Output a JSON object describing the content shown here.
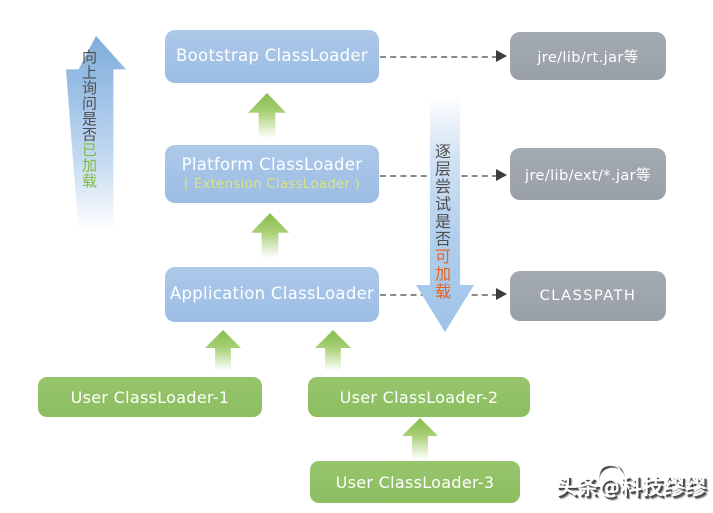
{
  "diagram": {
    "loaders": [
      {
        "label": "Bootstrap ClassLoader",
        "sub": "",
        "target": "jre/lib/rt.jar等"
      },
      {
        "label": "Platform ClassLoader",
        "sub": "( Extension ClassLoader )",
        "target": "jre/lib/ext/*.jar等"
      },
      {
        "label": "Application ClassLoader",
        "sub": "",
        "target": "CLASSPATH"
      }
    ],
    "user_loaders": [
      {
        "label": "User ClassLoader-1"
      },
      {
        "label": "User ClassLoader-2"
      },
      {
        "label": "User ClassLoader-3"
      }
    ],
    "up_arrow": {
      "text_main": "向上询问是否",
      "text_highlight": "已加载"
    },
    "down_arrow": {
      "text_main": "逐层尝试是否",
      "text_highlight": "可加载"
    },
    "watermark": "头条@科技缪缪",
    "colors": {
      "loader_box": "#a3c2e6",
      "target_box": "#9aa0a8",
      "user_box": "#8cbe60",
      "extension_sub_text": "#dbe383",
      "highlight_loaded": "#82bd3f",
      "highlight_loadable": "#e8611f",
      "arrow_blue": "#9cc0e6",
      "arrow_green": "#86bd4d"
    }
  }
}
